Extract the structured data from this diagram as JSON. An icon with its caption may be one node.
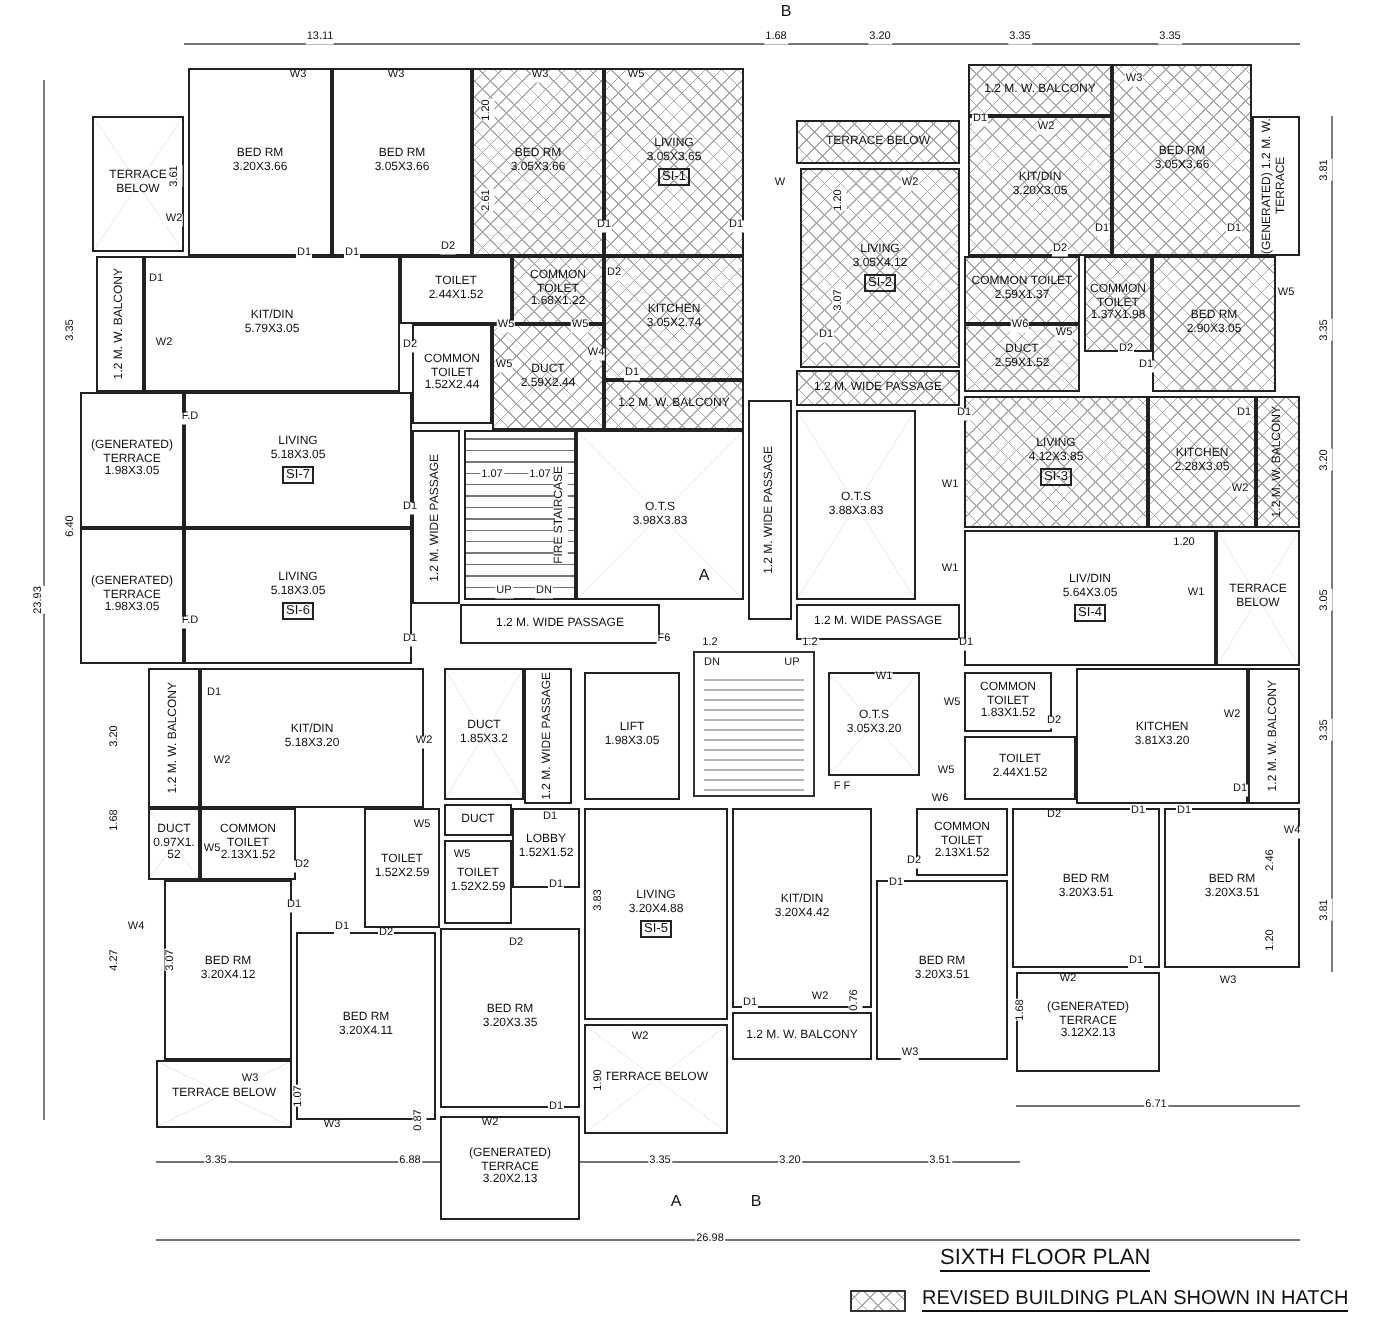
{
  "diagram": {
    "title": "SIXTH FLOOR PLAN",
    "nodes": [
      {
        "text": [
          "TERRACE BELOW"
        ]
      },
      {
        "text": [
          "BED RM",
          "3.20X3.66"
        ]
      },
      {
        "text": [
          "BED RM",
          "3.05X3.66"
        ]
      },
      {
        "text": [
          "BED RM",
          "3.05X3.66"
        ]
      },
      {
        "text": [
          "LIVING",
          "3.05X3.65",
          "SI-1"
        ]
      },
      {
        "text": [
          "1.2 M. W. BALCONY"
        ]
      },
      {
        "text": [
          "KIT/DIN",
          "5.79X3.05"
        ]
      },
      {
        "text": [
          "TOILET",
          "2.44X1.52"
        ]
      },
      {
        "text": [
          "COMMON TOILET",
          "1.68X1.22"
        ]
      },
      {
        "text": [
          "KITCHEN",
          "3.05X2.74"
        ]
      },
      {
        "text": [
          "COMMON TOILET",
          "1.52X2.44"
        ]
      },
      {
        "text": [
          "DUCT",
          "2.59X2.44"
        ]
      },
      {
        "text": [
          "1.2 M. W. BALCONY"
        ]
      },
      {
        "text": [
          "(GENERATED) TERRACE",
          "1.98X3.05"
        ]
      },
      {
        "text": [
          "LIVING",
          "5.18X3.05",
          "SI-7"
        ]
      },
      {
        "text": [
          "(GENERATED) TERRACE",
          "1.98X3.05"
        ]
      },
      {
        "text": [
          "LIVING",
          "5.18X3.05",
          "SI-6"
        ]
      },
      {
        "text": [
          "1.2 M. WIDE PASSAGE"
        ]
      },
      {
        "text": [
          "FIRE STAIRCASE"
        ]
      },
      {
        "text": [
          "O.T.S",
          "3.98X3.83"
        ]
      },
      {
        "text": [
          "1.2 M. WIDE PASSAGE"
        ]
      },
      {
        "text": [
          "O.T.S",
          "3.88X3.83"
        ]
      },
      {
        "text": [
          "1.2 M. WIDE PASSAGE"
        ]
      },
      {
        "text": [
          "1.2 M. WIDE PASSAGE"
        ]
      },
      {
        "text": [
          "TERRACE BELOW"
        ]
      },
      {
        "text": [
          "1.2 M. W. BALCONY"
        ]
      },
      {
        "text": [
          "KIT/DIN",
          "3.20X3.05"
        ]
      },
      {
        "text": [
          "BED RM",
          "3.05X3.66"
        ]
      },
      {
        "text": [
          "(GENERATED) 1.2 M. W. TERRACE"
        ]
      },
      {
        "text": [
          "LIVING",
          "3.05X4.12",
          "SI-2"
        ]
      },
      {
        "text": [
          "COMMON TOILET",
          "2.59X1.37"
        ]
      },
      {
        "text": [
          "DUCT",
          "2.59X1.52"
        ]
      },
      {
        "text": [
          "COMMON TOILET",
          "1.37X1.98"
        ]
      },
      {
        "text": [
          "BED RM",
          "2.90X3.05"
        ]
      },
      {
        "text": [
          "LIVING",
          "4.12X3.85",
          "SI-3"
        ]
      },
      {
        "text": [
          "KITCHEN",
          "2.28X3.05"
        ]
      },
      {
        "text": [
          "1.2 M. W. BALCONY"
        ]
      },
      {
        "text": [
          "LIV/DIN",
          "5.64X3.05",
          "SI-4"
        ]
      },
      {
        "text": [
          "TERRACE BELOW"
        ]
      },
      {
        "text": [
          "LIFT",
          "1.98X3.05"
        ]
      },
      {
        "text": [
          "O.T.S",
          "3.05X3.20"
        ]
      },
      {
        "text": [
          "DUCT",
          "1.85X3.2"
        ]
      },
      {
        "text": [
          "1.2 M. WIDE PASSAGE"
        ]
      },
      {
        "text": [
          "KIT/DIN",
          "5.18X3.20"
        ]
      },
      {
        "text": [
          "1.2 M. W. BALCONY"
        ]
      },
      {
        "text": [
          "DUCT",
          "0.97X1.52"
        ]
      },
      {
        "text": [
          "COMMON TOILET",
          "2.13X1.52"
        ]
      },
      {
        "text": [
          "TOILET",
          "1.52X2.59"
        ]
      },
      {
        "text": [
          "DUCT"
        ]
      },
      {
        "text": [
          "TOILET",
          "1.52X2.59"
        ]
      },
      {
        "text": [
          "LOBBY",
          "1.52X1.52"
        ]
      },
      {
        "text": [
          "LIVING",
          "3.20X4.88",
          "SI-5"
        ]
      },
      {
        "text": [
          "KIT/DIN",
          "3.20X4.42"
        ]
      },
      {
        "text": [
          "COMMON TOILET",
          "1.83X1.52"
        ]
      },
      {
        "text": [
          "TOILET",
          "2.44X1.52"
        ]
      },
      {
        "text": [
          "KITCHEN",
          "3.81X3.20"
        ]
      },
      {
        "text": [
          "1.2 M. W. BALCONY"
        ]
      },
      {
        "text": [
          "COMMON TOILET",
          "2.13X1.52"
        ]
      },
      {
        "text": [
          "BED RM",
          "3.20X4.12"
        ]
      },
      {
        "text": [
          "BED RM",
          "3.20X4.11"
        ]
      },
      {
        "text": [
          "BED RM",
          "3.20X3.51"
        ]
      },
      {
        "text": [
          "BED RM",
          "3.20X3.51"
        ]
      },
      {
        "text": [
          "BED RM",
          "3.20X3.51"
        ]
      },
      {
        "text": [
          "BED RM",
          "3.20X3.35"
        ]
      },
      {
        "text": [
          "(GENERATED) TERRACE",
          "3.12X2.13"
        ]
      },
      {
        "text": [
          "TERRACE BELOW"
        ]
      },
      {
        "text": [
          "1.2 M. W. BALCONY"
        ]
      },
      {
        "text": [
          "TERRACE BELOW"
        ]
      },
      {
        "text": [
          "(GENERATED) TERRACE",
          "3.20X2.13"
        ]
      },
      {
        "text": [
          "1.2 M. WIDE PASSAGE"
        ]
      }
    ],
    "labels": [
      "13.11",
      "1.68",
      "3.20",
      "3.35",
      "3.35",
      "B",
      "23.93",
      "3.61",
      "1.20",
      "2.61",
      "W3",
      "W3",
      "W3",
      "W5",
      "W3",
      "D1",
      "W2",
      "3.81",
      "W",
      "W2",
      "1.20",
      "W2",
      "D1",
      "D1",
      "D1",
      "D1",
      "D1",
      "D1",
      "D2",
      "D2",
      "D1",
      "D2",
      "W5",
      "3.07",
      "W5",
      "W5",
      "D1",
      "W6",
      "W5",
      "3.35",
      "3.35",
      "W2",
      "D2",
      "W4",
      "D2",
      "W5",
      "D1",
      "D1",
      "F.D",
      "D1",
      "D1",
      "3.20",
      "1.07",
      "1.07",
      "W1",
      "W2",
      "D1",
      "6.40",
      "1.20",
      "W1",
      "A",
      "UP",
      "DN",
      "W1",
      "3.05",
      "F.D",
      "D1",
      "F6",
      "1.2",
      "1.2",
      "D1",
      "DN",
      "UP",
      "W1",
      "D1",
      "W5",
      "D2",
      "W2",
      "3.20",
      "3.35",
      "W2",
      "W2",
      "W5",
      "F F",
      "W6",
      "D1",
      "D1",
      "D2",
      "D1",
      "D1",
      "1.68",
      "W5",
      "W4",
      "W5",
      "W5",
      "2.46",
      "D2",
      "D2",
      "D1",
      "D1",
      "3.83",
      "3.81",
      "D1",
      "W4",
      "D1",
      "D2",
      "1.20",
      "D2",
      "4.27",
      "3.07",
      "D1",
      "W2",
      "W3",
      "D1",
      "W2",
      "0.76",
      "1.68",
      "W2",
      "W3",
      "W3",
      "1.90",
      "1.07",
      "D1",
      "6.71",
      "0.87",
      "W3",
      "W2",
      "3.35",
      "6.88",
      "3.35",
      "3.20",
      "3.51",
      "A",
      "B",
      "26.98"
    ],
    "legend": [
      {
        "text": "REVISED BUILDING PLAN SHOWN IN HATCH"
      }
    ]
  }
}
